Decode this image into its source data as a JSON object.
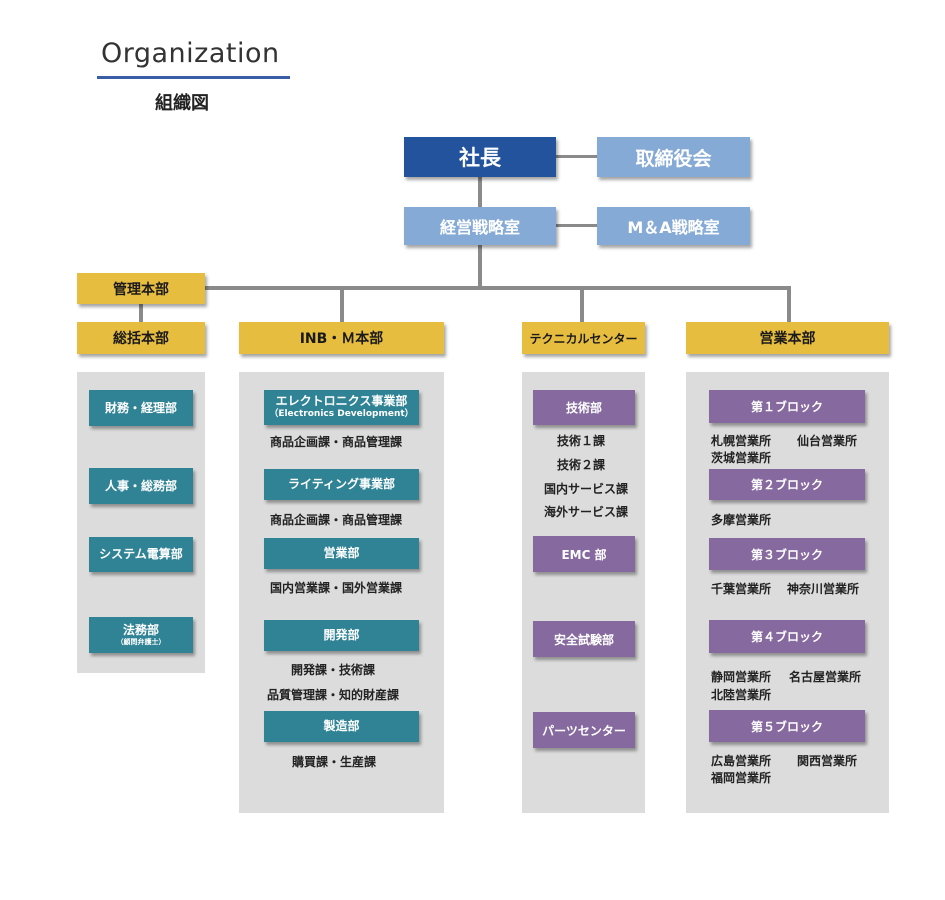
{
  "header": {
    "title_en": "Organization",
    "title_jp": "組織図"
  },
  "top": {
    "president": "社長",
    "board": "取締役会",
    "strategy": "経営戦略室",
    "ma": "M＆A戦略室"
  },
  "kanri": "管理本部",
  "divisions": {
    "soukatsu": "総括本部",
    "inb": "INB・Ｍ本部",
    "tech": "テクニカルセンター",
    "sales": "営業本部"
  },
  "soukatsu": {
    "items": [
      "財務・経理部",
      "人事・総務部",
      "システム電算部",
      "法務部"
    ],
    "houmu_sub": "（顧問弁護士）"
  },
  "inb": {
    "elec": "エレクトロニクス事業部",
    "elec_sub": "（Electronics Development）",
    "elec_sec": "商品企画課・商品管理課",
    "light": "ライティング事業部",
    "light_sec": "商品企画課・商品管理課",
    "eigyo": "営業部",
    "eigyo_sec": "国内営業課・国外営業課",
    "kaihatsu": "開発部",
    "kaihatsu_sec1": "開発課・技術課",
    "kaihatsu_sec2": "品質管理課・知的財産課",
    "seizo": "製造部",
    "seizo_sec": "購買課・生産課"
  },
  "tech": {
    "gijutsu": "技術部",
    "secs": [
      "技術１課",
      "技術２課",
      "国内サービス課",
      "海外サービス課"
    ],
    "emc": "EMC 部",
    "anzen": "安全試験部",
    "parts": "パーツセンター"
  },
  "sales": {
    "b1": "第１ブロック",
    "b1_o1": "札幌営業所",
    "b1_o2": "仙台営業所",
    "b1_o3": "茨城営業所",
    "b2": "第２ブロック",
    "b2_o1": "多摩営業所",
    "b3": "第３ブロック",
    "b3_o1": "千葉営業所",
    "b3_o2": "神奈川営業所",
    "b4": "第４ブロック",
    "b4_o1": "静岡営業所",
    "b4_o2": "名古屋営業所",
    "b4_o3": "北陸営業所",
    "b5": "第５ブロック",
    "b5_o1": "広島営業所",
    "b5_o2": "関西営業所",
    "b5_o3": "福岡営業所"
  },
  "colors": {
    "navy": "#24539d",
    "light_blue": "#86aad6",
    "yellow": "#e7bd3f",
    "teal": "#2f8395",
    "purple": "#86699f",
    "panel": "#dcdcdc",
    "line": "#8a8a8a"
  }
}
